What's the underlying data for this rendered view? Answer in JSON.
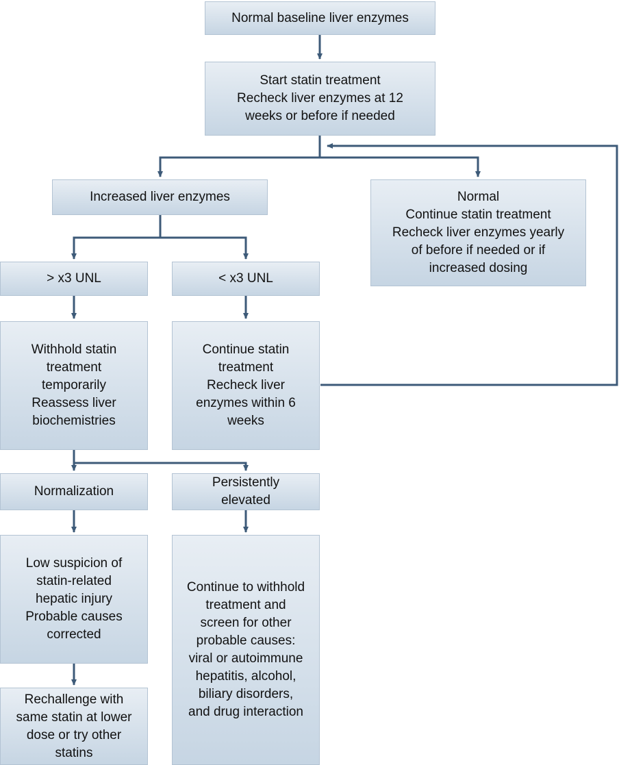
{
  "nodes": {
    "baseline": {
      "lines": [
        "Normal baseline liver enzymes"
      ]
    },
    "start": {
      "lines": [
        "Start statin treatment",
        "Recheck liver enzymes at 12",
        "weeks or before if needed"
      ]
    },
    "increased": {
      "lines": [
        "Increased liver enzymes"
      ]
    },
    "normal": {
      "lines": [
        "Normal",
        "Continue statin treatment",
        "Recheck liver enzymes yearly",
        "of before if needed or if",
        "increased dosing"
      ]
    },
    "gt3": {
      "lines": [
        "> x3 UNL"
      ]
    },
    "lt3": {
      "lines": [
        "< x3 UNL"
      ]
    },
    "withhold": {
      "lines": [
        "Withhold statin",
        "treatment",
        "temporarily",
        "Reassess liver",
        "biochemistries"
      ]
    },
    "continue": {
      "lines": [
        "Continue statin",
        "treatment",
        "Recheck liver",
        "enzymes within 6",
        "weeks"
      ]
    },
    "normalization": {
      "lines": [
        "Normalization"
      ]
    },
    "persistent": {
      "lines": [
        "Persistently",
        "elevated"
      ]
    },
    "low_suspicion": {
      "lines": [
        "Low suspicion of",
        "statin-related",
        "hepatic injury",
        "Probable causes",
        "corrected"
      ]
    },
    "continue_withhold": {
      "lines": [
        "Continue to withhold",
        "treatment and",
        "screen for other",
        "probable causes:",
        "viral or autoimmune",
        "hepatitis, alcohol,",
        "biliary disorders,",
        "and drug interaction"
      ]
    },
    "rechallenge": {
      "lines": [
        "Rechallenge with",
        "same statin at lower",
        "dose or try other",
        "statins"
      ]
    }
  },
  "colors": {
    "box_top": "#e8eef4",
    "box_bottom": "#c6d5e3",
    "connector": "#3d5a78"
  }
}
